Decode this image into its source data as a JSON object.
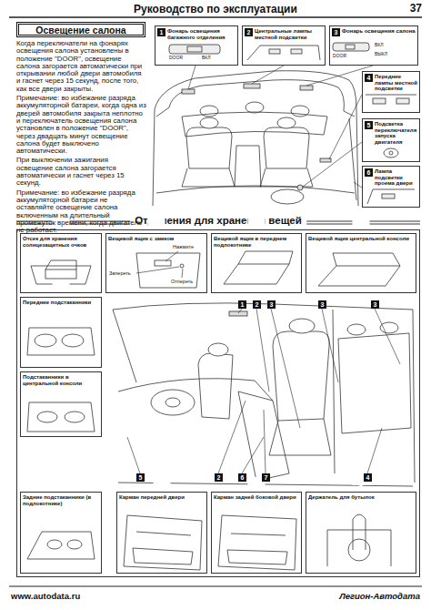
{
  "diagram": {
    "title": "Руководство по эксплуатации",
    "nodes": [
      {
        "text": [
          "Освещение салона"
        ]
      },
      {
        "text": [
          "1",
          "Фонарь освещения багажного отделения"
        ]
      },
      {
        "text": [
          "2",
          "Центральные лампы местной подсветки"
        ]
      },
      {
        "text": [
          "3",
          "Фонарь освещения салона"
        ]
      },
      {
        "text": [
          "4",
          "Передние лампы местной подсветки"
        ]
      },
      {
        "text": [
          "5",
          "Подсветка переключателя запуска двигателя"
        ]
      },
      {
        "text": [
          "6",
          "Лампа подсветки проема двери"
        ]
      },
      {
        "text": [
          "Отделения для хранения вещей"
        ]
      },
      {
        "text": [
          "1",
          "Отсек для хранения солнцезащитных очков"
        ],
        "in": 7
      },
      {
        "text": [
          "2",
          "Вещевой ящик с замком"
        ],
        "in": 7
      },
      {
        "text": [
          "3",
          "Вещевой ящик в переднем подлокотнике"
        ],
        "in": 7
      },
      {
        "text": [
          "6",
          "Вещевой ящик центральной консоли"
        ],
        "in": 7
      },
      {
        "text": [
          "7",
          "Передние подстаканники"
        ],
        "in": 7
      },
      {
        "text": [
          "6",
          "Подстаканники в центральной консоли"
        ],
        "in": 7
      },
      {
        "text": [
          "4",
          "Задние подстаканники (в подлокотнике)"
        ],
        "in": 7
      },
      {
        "text": [
          "5",
          "Карман передней двери"
        ],
        "in": 7
      },
      {
        "text": [
          "5",
          "Карман задней боковой двери"
        ],
        "in": 7
      },
      {
        "text": [
          "3",
          "Держатель для бутылок"
        ],
        "in": 7
      }
    ],
    "labels": [
      "37",
      "Когда переключатели на фонарях освещения салона установлены в положение \"DOOR\", освещение салона загорается автоматически при открывании любой двери автомобиля и гаснет через 15 секунд, после того, как все двери закрыты.",
      "Примечание: во избежание разряда аккумуляторной батареи, когда одна из дверей автомобиля закрыта неплотно и переключатель освещения салона установлен в положение \"DOOR\", через двадцать минут освещение салона будет выключено автоматически.",
      "При выключении зажигания освещение салона загорается автоматически и гаснет через 15 секунд.",
      "Примечание: во избежание разряда аккумуляторной батареи не оставляйте освещение салона включенным на длительный промежуток времени, когда двигатель не работает.",
      "DOOR",
      "ВКЛ",
      "DOOR",
      "ВКЛ",
      "ВЫКЛ",
      "Нажмите",
      "Запереть",
      "Отпереть",
      "1",
      "2",
      "3",
      "3",
      "3",
      "2",
      "6",
      "7",
      "5",
      "4",
      "www.autodata.ru",
      "Легион-Автодата"
    ]
  }
}
